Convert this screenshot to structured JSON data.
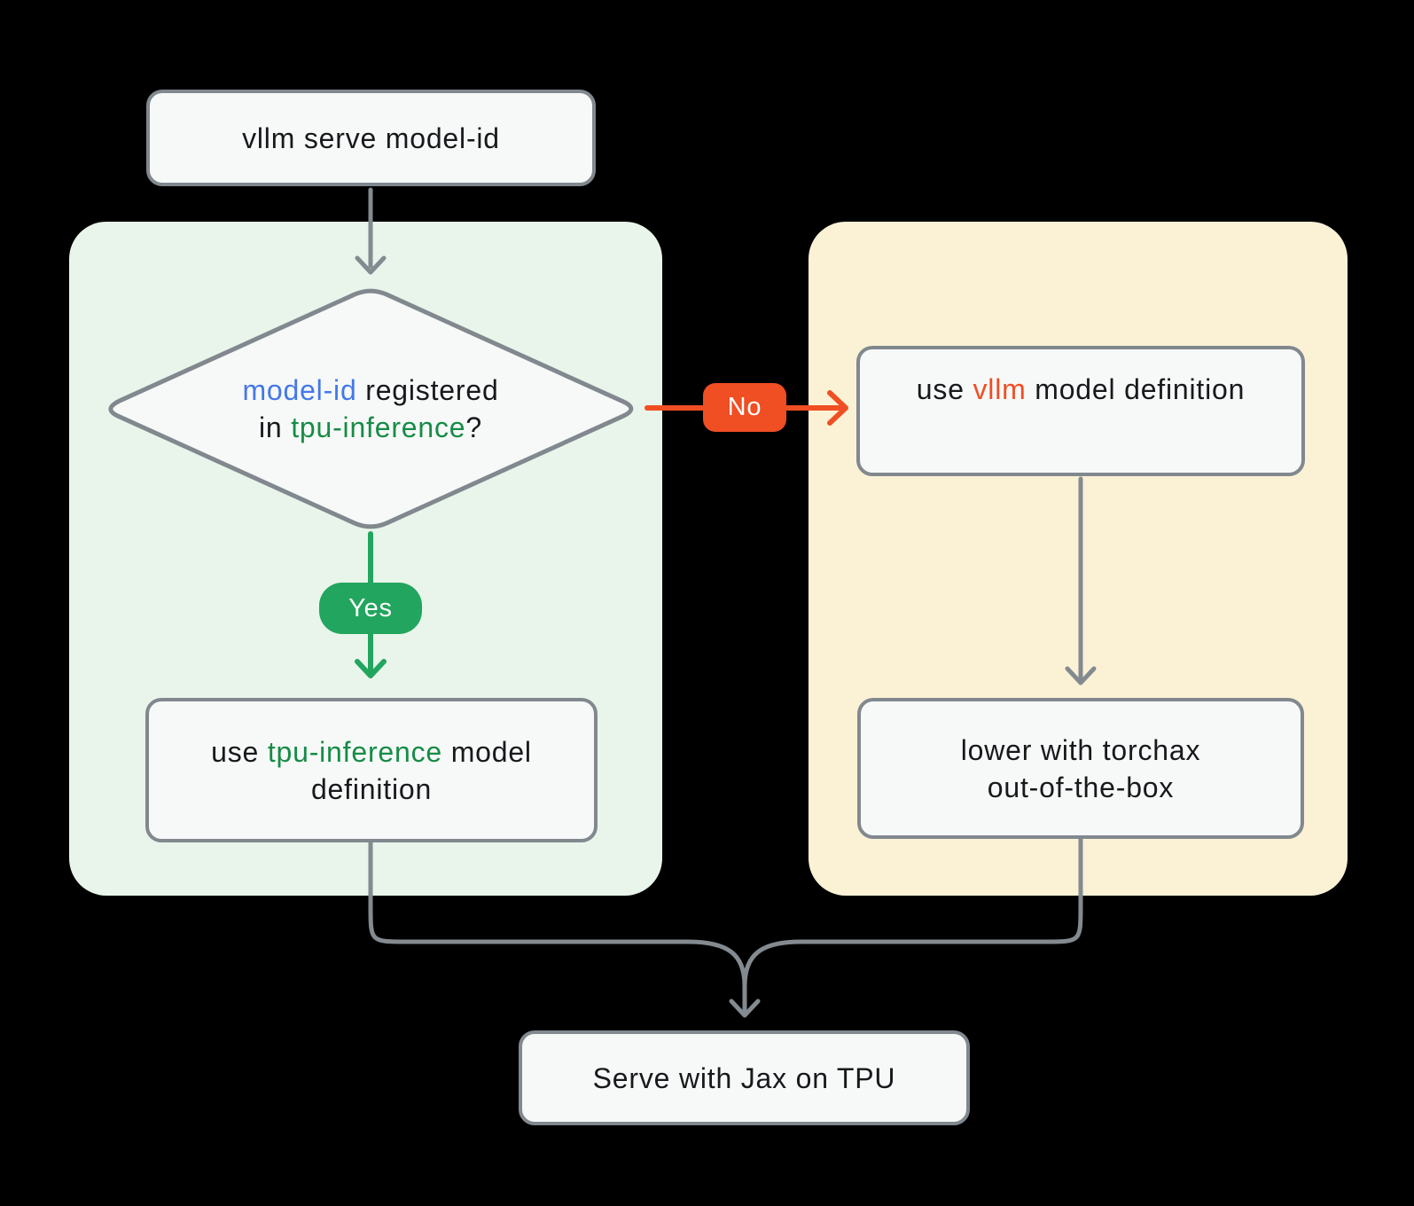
{
  "colors": {
    "ink": "#17191C",
    "blue": "#4478EA",
    "green": "#178C46",
    "red": "#F04E23",
    "badge_yes_bg": "#22A55E",
    "badge_no_bg": "#F04E23",
    "container_green_bg": "#E9F5EB",
    "container_yellow_bg": "#FBF2D6",
    "node_fill": "#F7F9F8",
    "node_border": "#81888E",
    "connector_gray": "#838A90"
  },
  "nodes": {
    "start": {
      "lines": [
        [
          {
            "t": "vllm serve model-id"
          }
        ]
      ]
    },
    "decision": {
      "lines": [
        [
          {
            "t": "model-id",
            "c": "blue"
          },
          {
            "t": " registered"
          }
        ],
        [
          {
            "t": "in "
          },
          {
            "t": "tpu-inference",
            "c": "green"
          },
          {
            "t": "?"
          }
        ]
      ]
    },
    "use_vllm": {
      "lines": [
        [
          {
            "t": "use "
          },
          {
            "t": "vllm",
            "c": "red"
          },
          {
            "t": " model definition"
          }
        ]
      ]
    },
    "use_tpu_inference": {
      "lines": [
        [
          {
            "t": "use "
          },
          {
            "t": "tpu-inference",
            "c": "green"
          },
          {
            "t": " model"
          }
        ],
        [
          {
            "t": "definition"
          }
        ]
      ]
    },
    "torchax": {
      "lines": [
        [
          {
            "t": "lower with torchax"
          }
        ],
        [
          {
            "t": "out-of-the-box"
          }
        ]
      ]
    },
    "end": {
      "lines": [
        [
          {
            "t": "Serve with Jax on TPU"
          }
        ]
      ]
    }
  },
  "edges": {
    "yes": {
      "label": "Yes"
    },
    "no": {
      "label": "No"
    }
  }
}
